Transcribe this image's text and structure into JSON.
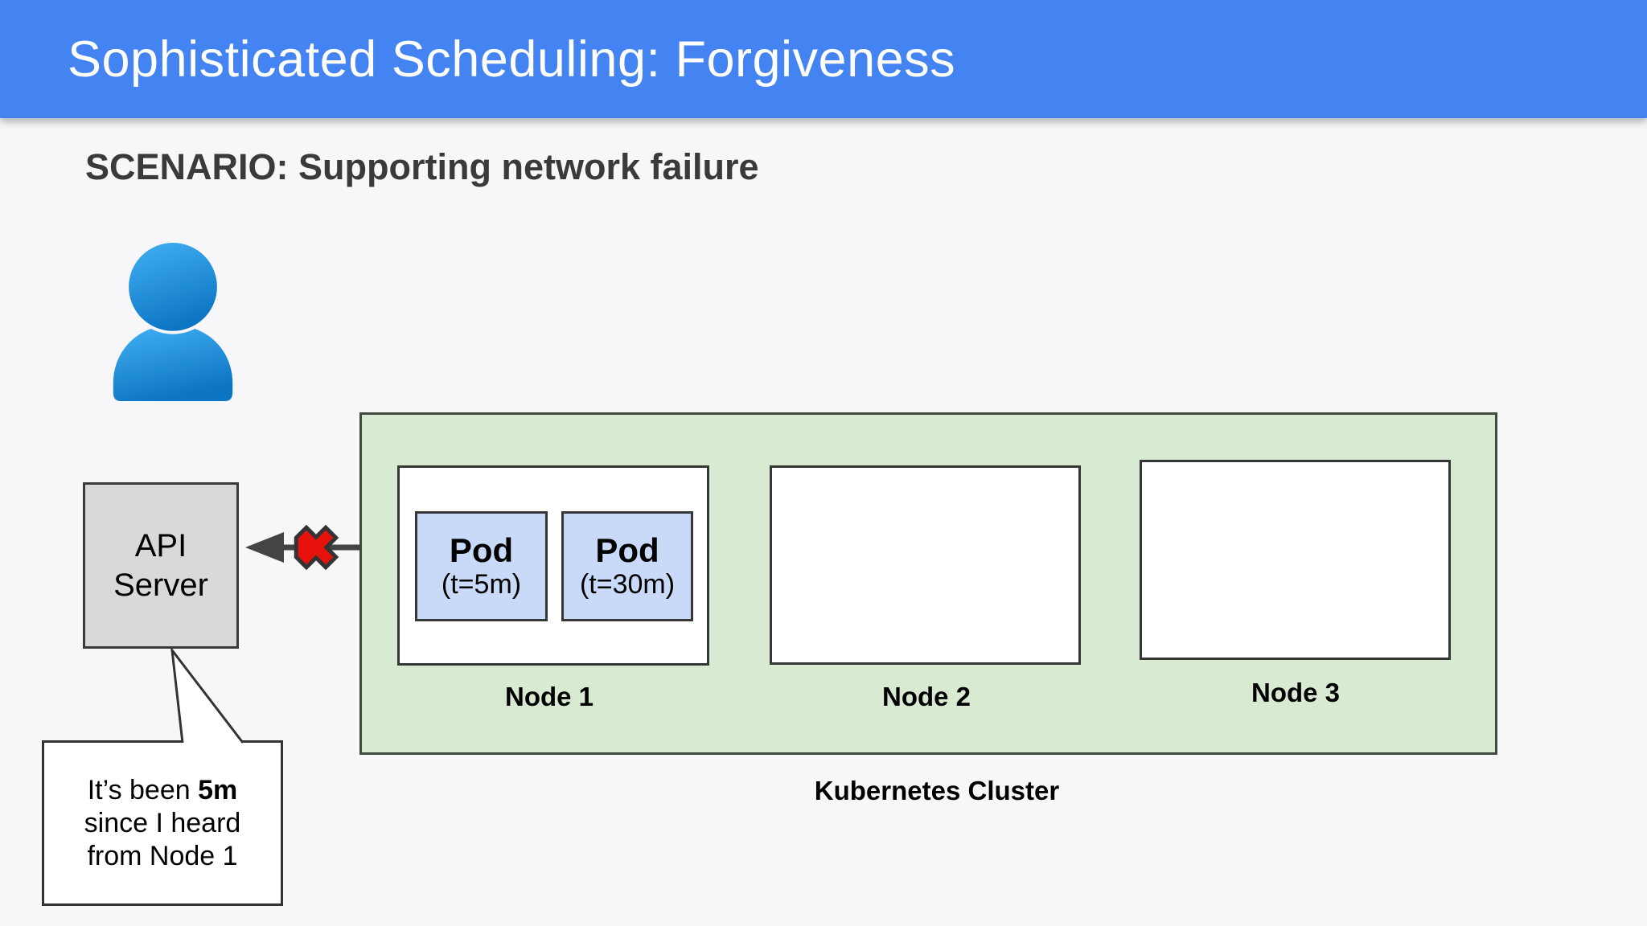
{
  "header": {
    "title": "Sophisticated Scheduling: Forgiveness"
  },
  "scenario": {
    "label": "SCENARIO: Supporting network failure"
  },
  "api_server": {
    "line1": "API",
    "line2": "Server"
  },
  "cluster": {
    "label": "Kubernetes Cluster",
    "nodes": [
      {
        "label": "Node 1",
        "pods": [
          {
            "title": "Pod",
            "time": "(t=5m)"
          },
          {
            "title": "Pod",
            "time": "(t=30m)"
          }
        ]
      },
      {
        "label": "Node 2",
        "pods": []
      },
      {
        "label": "Node 3",
        "pods": []
      }
    ]
  },
  "callout": {
    "line1_prefix": "It’s been ",
    "line1_bold": "5m",
    "line2": "since I heard",
    "line3": "from Node 1"
  },
  "icons": {
    "user": "user-icon",
    "broken_connection": "red-x-icon",
    "heartbeat_arrow": "left-arrow-icon"
  },
  "colors": {
    "header_bg": "#4483f2",
    "cluster_bg": "#d9ead3",
    "pod_bg": "#c9daf8",
    "api_server_bg": "#d9d9d9",
    "error_red": "#e8120c",
    "user_blue": "#2196e8"
  }
}
